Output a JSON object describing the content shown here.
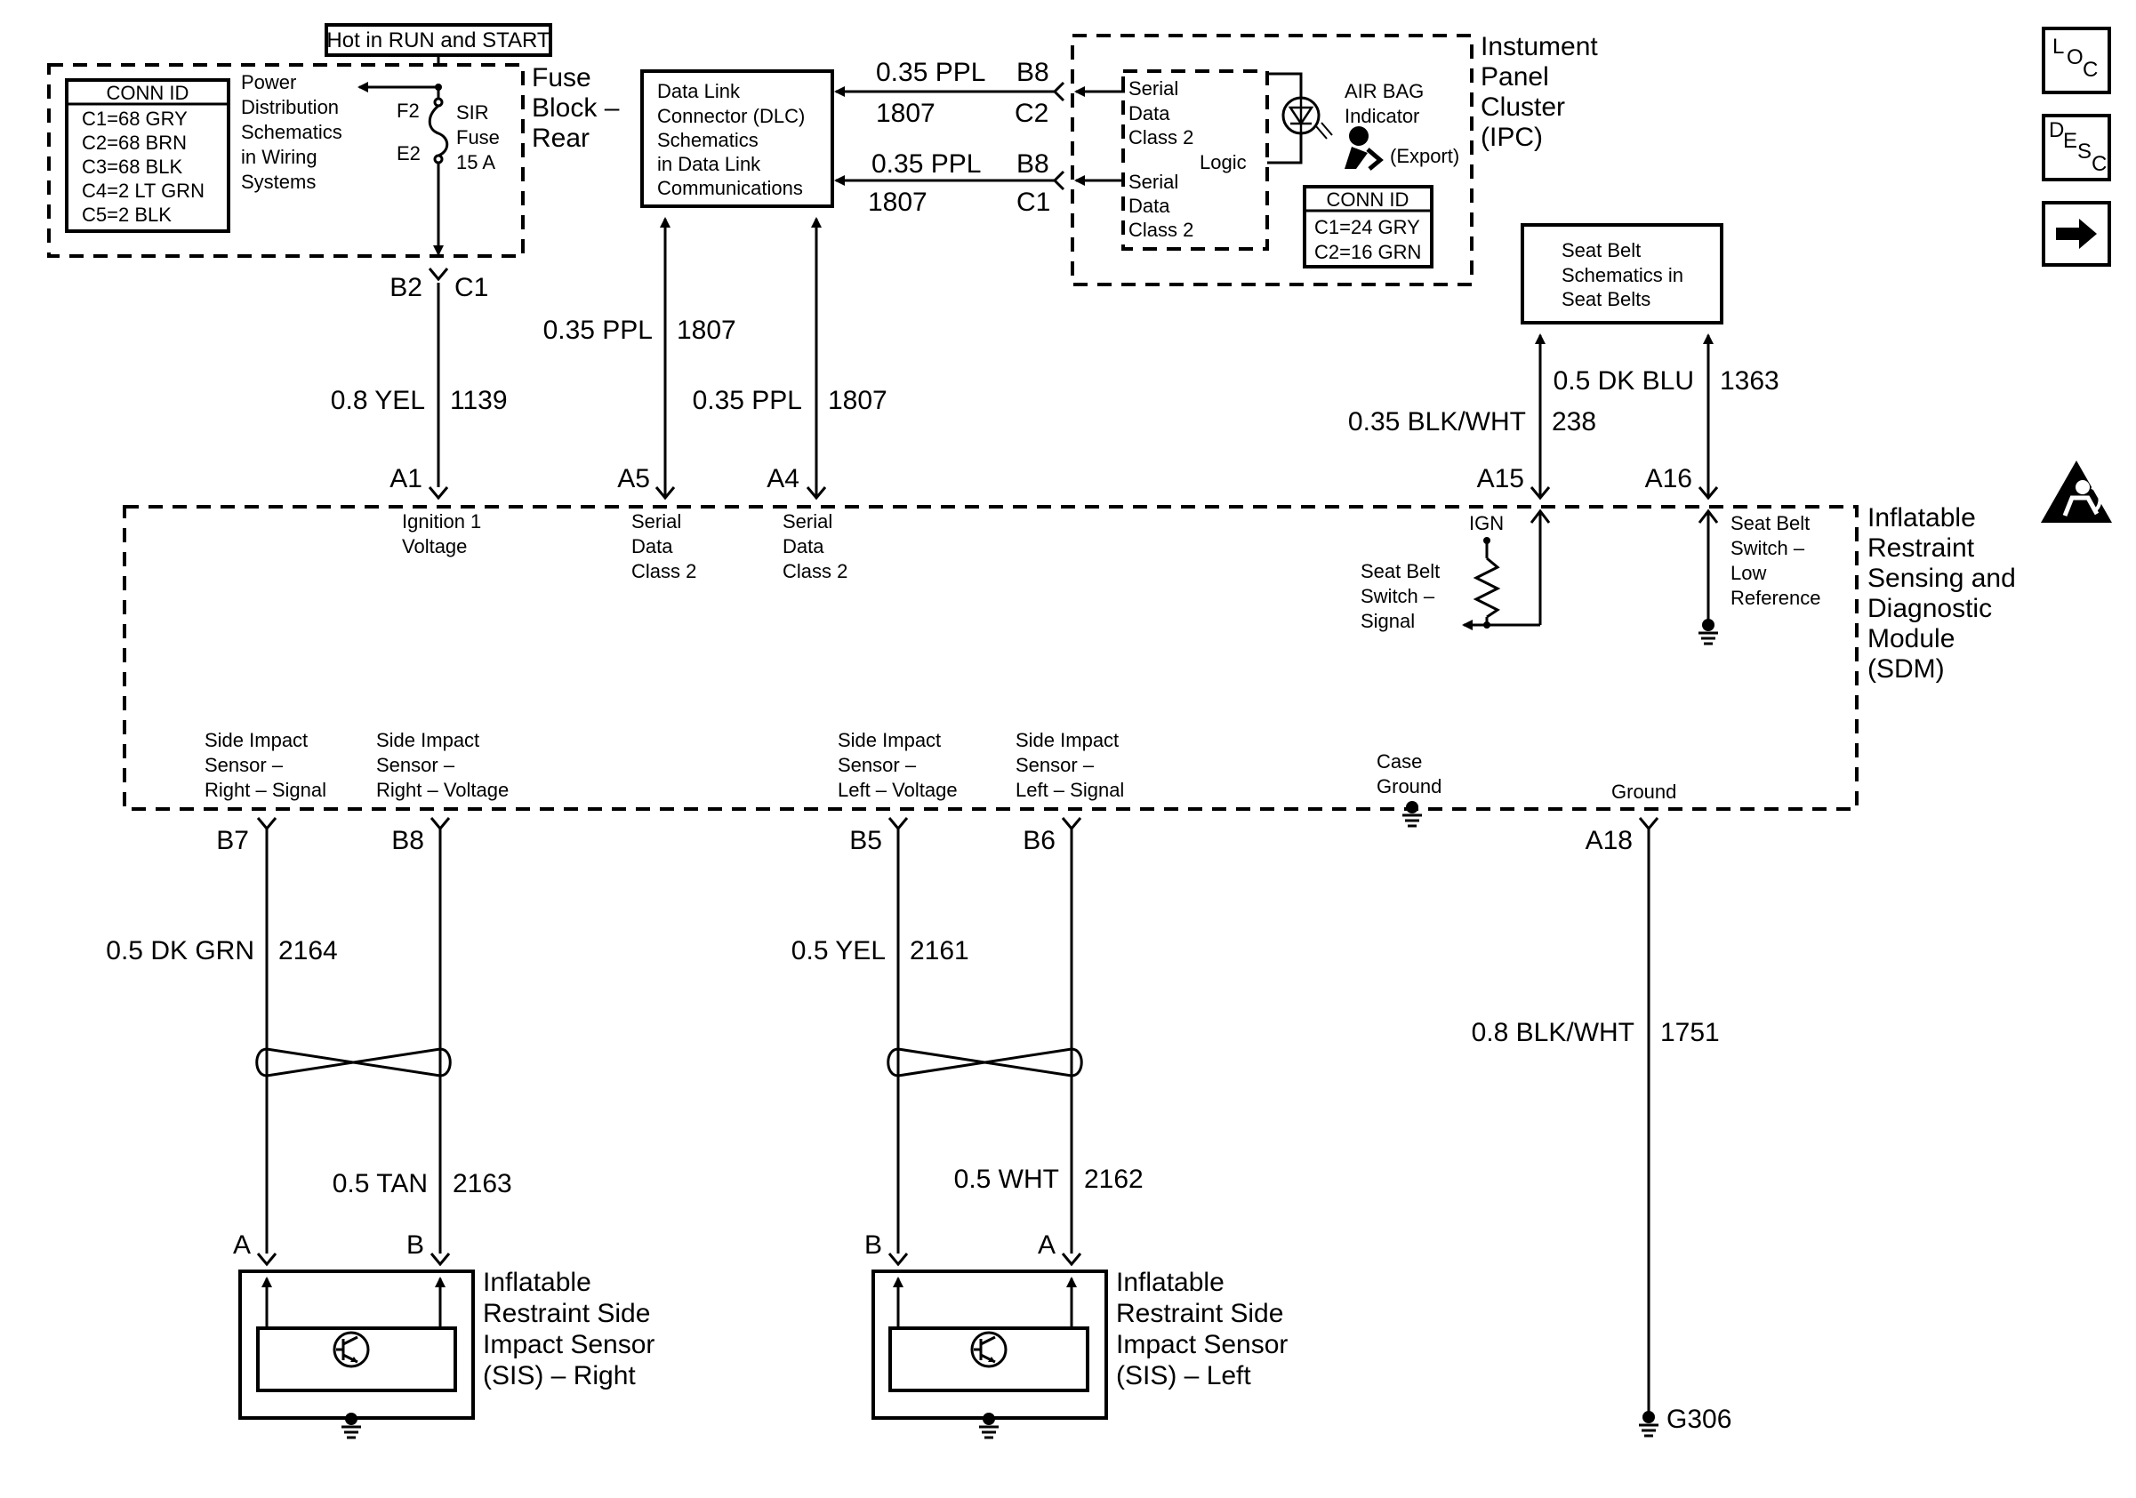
{
  "fuse_block": {
    "banner": "Hot in RUN and START",
    "title": [
      "Fuse",
      "Block –",
      "Rear"
    ],
    "conn_id_title": "CONN ID",
    "conn_ids": [
      "C1=68 GRY",
      "C2=68 BRN",
      "C3=68 BLK",
      "C4=2 LT GRN",
      "C5=2 BLK"
    ],
    "power_ref": [
      "Power",
      "Distribution",
      "Schematics",
      "in Wiring",
      "Systems"
    ],
    "fuse_pins": [
      "F2",
      "E2"
    ],
    "fuse_label": [
      "SIR",
      "Fuse",
      "15 A"
    ],
    "bottom_pins": [
      "B2",
      "C1"
    ]
  },
  "dlc": {
    "lines": [
      "Data Link",
      "Connector (DLC)",
      "Schematics",
      "in Data Link",
      "Communications"
    ]
  },
  "ipc": {
    "title": [
      "Instument",
      "Panel",
      "Cluster",
      "(IPC)"
    ],
    "serial_a": [
      "Serial",
      "Data",
      "Class 2"
    ],
    "serial_b": [
      "Serial",
      "Data",
      "Class 2"
    ],
    "logic": "Logic",
    "airbag": [
      "AIR BAG",
      "Indicator"
    ],
    "export": "(Export)",
    "conn_id_title": "CONN ID",
    "conn_ids": [
      "C1=24 GRY",
      "C2=16 GRN"
    ]
  },
  "ipc_wires": [
    {
      "gauge": "0.35 PPL",
      "circuit": "1807",
      "pin": "B8",
      "conn": "C2"
    },
    {
      "gauge": "0.35 PPL",
      "circuit": "1807",
      "pin": "B8",
      "conn": "C1"
    }
  ],
  "seat_belt": {
    "lines": [
      "Seat Belt",
      "Schematics in",
      "Seat Belts"
    ]
  },
  "upper_wires": [
    {
      "gauge": "0.8 YEL",
      "circuit": "1139",
      "pin": "A1"
    },
    {
      "gauge": "0.35 PPL",
      "circuit": "1807",
      "pin": "A5"
    },
    {
      "gauge": "0.35 PPL",
      "circuit": "1807",
      "pin": "A4"
    },
    {
      "gauge": "0.35 BLK/WHT",
      "circuit": "238",
      "pin": "A15"
    },
    {
      "gauge": "0.5 DK BLU",
      "circuit": "1363",
      "pin": "A16"
    }
  ],
  "sdm": {
    "title": [
      "Inflatable",
      "Restraint",
      "Sensing and",
      "Diagnostic",
      "Module",
      "(SDM)"
    ],
    "ign_label": [
      "Ignition 1",
      "Voltage"
    ],
    "serial_a5": [
      "Serial",
      "Data",
      "Class 2"
    ],
    "serial_a4": [
      "Serial",
      "Data",
      "Class 2"
    ],
    "ign": "IGN",
    "sb_signal": [
      "Seat Belt",
      "Switch –",
      "Signal"
    ],
    "sb_low": [
      "Seat Belt",
      "Switch –",
      "Low",
      "Reference"
    ],
    "sis_r_signal": [
      "Side Impact",
      "Sensor –",
      "Right – Signal"
    ],
    "sis_r_voltage": [
      "Side Impact",
      "Sensor –",
      "Right – Voltage"
    ],
    "sis_l_voltage": [
      "Side Impact",
      "Sensor –",
      "Left – Voltage"
    ],
    "sis_l_signal": [
      "Side Impact",
      "Sensor –",
      "Left – Signal"
    ],
    "case_ground": [
      "Case",
      "Ground"
    ],
    "ground": "Ground"
  },
  "lower_pins": [
    "B7",
    "B8",
    "B5",
    "B6",
    "A18"
  ],
  "lower_wires": [
    {
      "gauge": "0.5 DK GRN",
      "circuit": "2164"
    },
    {
      "gauge": "0.5 TAN",
      "circuit": "2163"
    },
    {
      "gauge": "0.5 YEL",
      "circuit": "2161"
    },
    {
      "gauge": "0.5 WHT",
      "circuit": "2162"
    },
    {
      "gauge": "0.8 BLK/WHT",
      "circuit": "1751"
    }
  ],
  "sis_right": {
    "pins": [
      "A",
      "B"
    ],
    "lines": [
      "Inflatable",
      "Restraint Side",
      "Impact Sensor",
      "(SIS) – Right"
    ]
  },
  "sis_left": {
    "pins": [
      "B",
      "A"
    ],
    "lines": [
      "Inflatable",
      "Restraint Side",
      "Impact Sensor",
      "(SIS) – Left"
    ]
  },
  "ground_id": "G306",
  "side_icons": [
    {
      "name": "loc-icon",
      "letters": [
        "L",
        "O",
        "C"
      ]
    },
    {
      "name": "desc-icon",
      "letters": [
        "D",
        "E",
        "S",
        "C"
      ]
    },
    {
      "name": "next-arrow-icon"
    },
    {
      "name": "airbag-warning-icon"
    }
  ]
}
